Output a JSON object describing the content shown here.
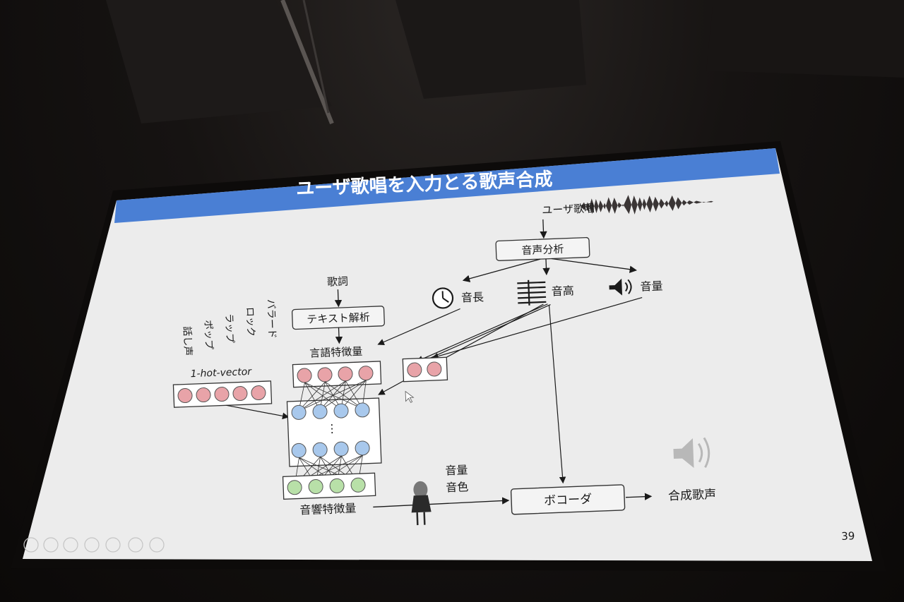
{
  "slide": {
    "title": "ユーザ歌唱を入力とる歌声合成",
    "page_number": "39",
    "accent_color": "#4a7fd4"
  },
  "diagram": {
    "user_singing": "ユーザ歌唱",
    "audio_analysis": "音声分析",
    "duration": "音長",
    "pitch": "音高",
    "volume": "音量",
    "lyrics": "歌詞",
    "text_analysis": "テキスト解析",
    "linguistic_features": "言語特徴量",
    "one_hot_vector": "1-hot-vector",
    "styles": [
      "話し声",
      "ポップ",
      "ラップ",
      "ロック",
      "バラード"
    ],
    "acoustic_features": "音響特徴量",
    "vocoder_inputs": [
      "音量",
      "音色"
    ],
    "vocoder": "ボコーダ",
    "synthesized_voice": "合成歌声",
    "ellipsis": "⋮"
  },
  "toolbar_icons": [
    "prev-icon",
    "next-icon",
    "pen-icon",
    "slides-icon",
    "zoom-icon",
    "subtitles-icon",
    "more-icon"
  ]
}
